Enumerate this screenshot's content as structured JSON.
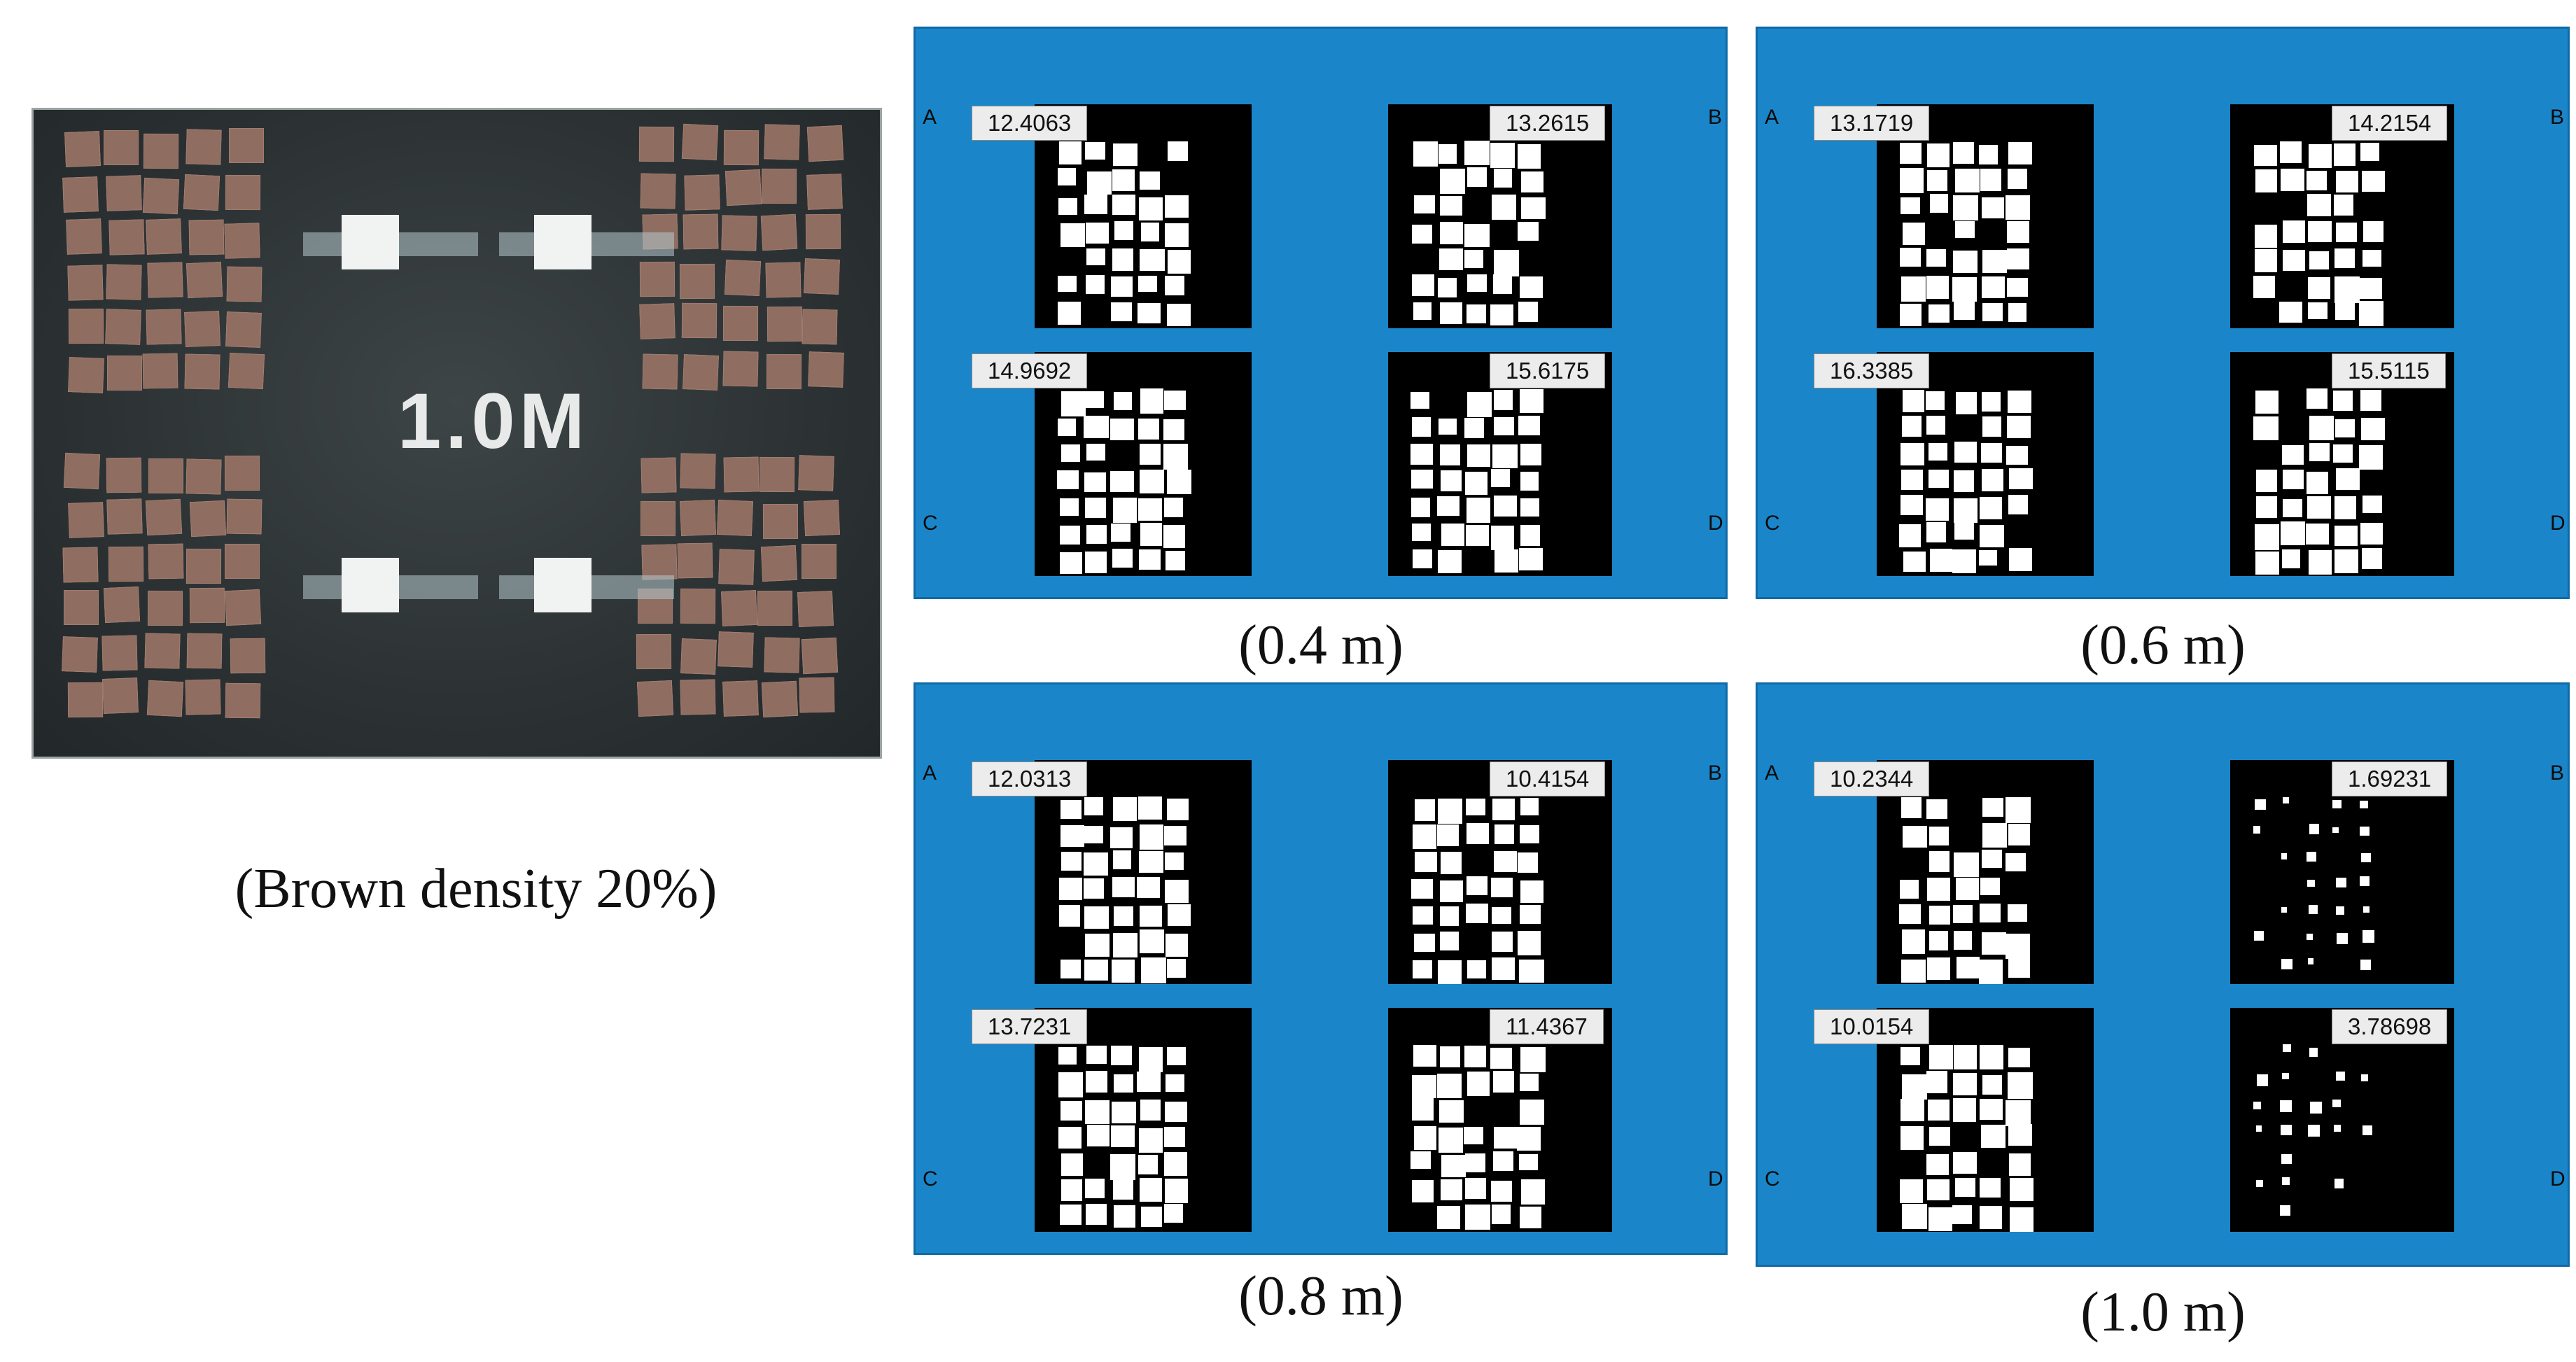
{
  "photo": {
    "scale_text": "1.0M",
    "caption": "(Brown density 20%)"
  },
  "panels": [
    {
      "id": "p04",
      "caption": "(0.4 m)",
      "values": {
        "A": "12.4063",
        "B": "13.2615",
        "C": "14.9692",
        "D": "15.6175"
      },
      "letters": [
        "A",
        "B",
        "C",
        "D"
      ]
    },
    {
      "id": "p06",
      "caption": "(0.6 m)",
      "values": {
        "A": "13.1719",
        "B": "14.2154",
        "C": "16.3385",
        "D": "15.5115"
      },
      "letters": [
        "A",
        "B",
        "C",
        "D"
      ]
    },
    {
      "id": "p08",
      "caption": "(0.8 m)",
      "values": {
        "A": "12.0313",
        "B": "10.4154",
        "C": "13.7231",
        "D": "11.4367"
      },
      "letters": [
        "A",
        "B",
        "C",
        "D"
      ]
    },
    {
      "id": "p10",
      "caption": "(1.0 m)",
      "values": {
        "A": "10.2344",
        "B": "1.69231",
        "C": "10.0154",
        "D": "3.78698"
      },
      "letters": [
        "A",
        "B",
        "C",
        "D"
      ]
    }
  ],
  "colors": {
    "panel_blue": "#1a86c9",
    "tile_brown": "#8f6d60",
    "background_dark": "#2c3234"
  }
}
